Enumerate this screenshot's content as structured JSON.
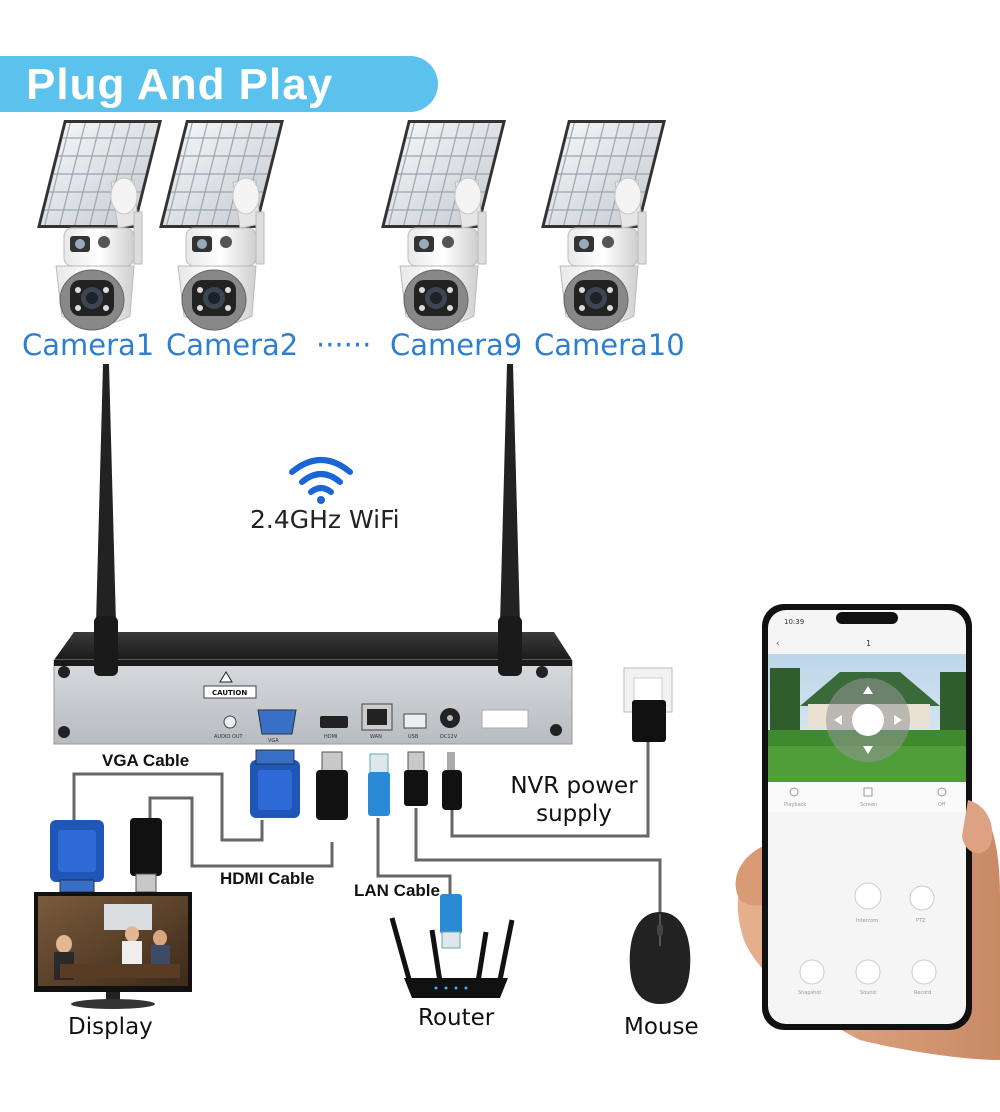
{
  "banner": {
    "title": "Plug And Play",
    "color": "#5bc2ee"
  },
  "cameras": [
    {
      "label": "Camera1"
    },
    {
      "label": "Camera2"
    },
    {
      "label": "Camera9"
    },
    {
      "label": "Camera10"
    }
  ],
  "camera_ellipsis": "······",
  "wifi": {
    "label": "2.4GHz WiFi",
    "icon": "wifi-icon",
    "color": "#1a66d6"
  },
  "nvr": {
    "caution": "CAUTION",
    "ports": [
      "AUDIO OUT",
      "VGA",
      "HDMI",
      "WAN",
      "USB",
      "DC12V"
    ]
  },
  "cables": {
    "vga": "VGA Cable",
    "hdmi": "HDMI Cable",
    "lan": "LAN Cable"
  },
  "power_supply": {
    "line1": "NVR power",
    "line2": "supply"
  },
  "devices": {
    "display": "Display",
    "router": "Router",
    "mouse": "Mouse"
  },
  "phone": {
    "time": "10:39",
    "title": "1",
    "tabs": [
      "Playback",
      "Screen",
      "Off"
    ],
    "controls": [
      "Intercom",
      "PTZ",
      "Snapshot",
      "Sound",
      "Record"
    ]
  }
}
